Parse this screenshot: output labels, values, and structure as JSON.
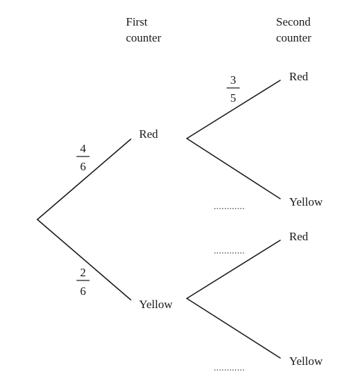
{
  "headers": {
    "first_line1": "First",
    "first_line2": "counter",
    "second_line1": "Second",
    "second_line2": "counter"
  },
  "first_branch": {
    "red": {
      "label": "Red",
      "probability": {
        "numerator": "4",
        "denominator": "6"
      }
    },
    "yellow": {
      "label": "Yellow",
      "probability": {
        "numerator": "2",
        "denominator": "6"
      }
    }
  },
  "second_branch": {
    "after_red": {
      "red": {
        "label": "Red",
        "probability": {
          "numerator": "3",
          "denominator": "5"
        }
      },
      "yellow": {
        "label": "Yellow",
        "blank": "............"
      }
    },
    "after_yellow": {
      "red": {
        "label": "Red",
        "blank": "............"
      },
      "yellow": {
        "label": "Yellow",
        "blank": "............"
      }
    }
  }
}
